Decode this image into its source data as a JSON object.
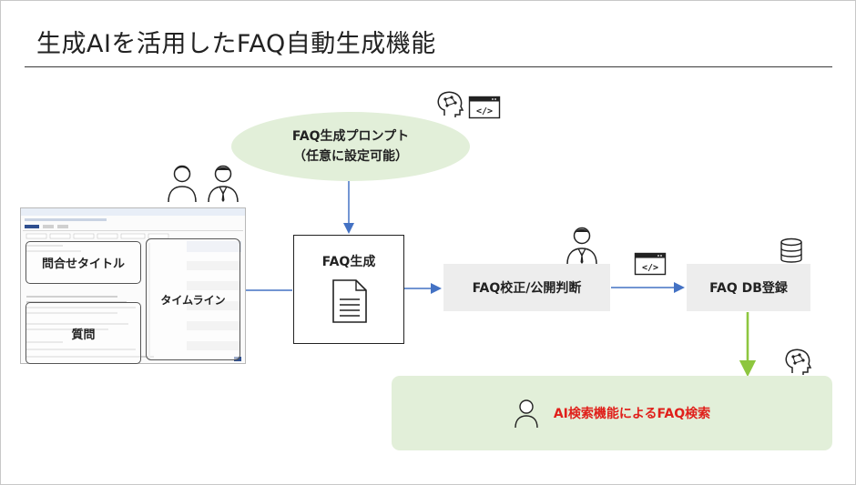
{
  "slide": {
    "title": "生成AIを活用したFAQ自動生成機能"
  },
  "prompt": {
    "line1": "FAQ生成プロンプト",
    "line2": "（任意に設定可能）"
  },
  "faq_gen": {
    "label": "FAQ生成"
  },
  "correct": {
    "label": "FAQ校正/公開判断"
  },
  "db": {
    "label": "FAQ DB登録"
  },
  "search": {
    "label": "AI検索機能によるFAQ検索"
  },
  "screenshot": {
    "title_label": "問合せタイトル",
    "question_label": "質問",
    "timeline_label": "タイムライン"
  },
  "icons": [
    "ai-brain-icon",
    "code-window-icon",
    "user-icon",
    "operator-icon",
    "document-icon",
    "database-icon"
  ],
  "colors": {
    "prompt_fill": "#e2efd9",
    "search_fill": "#e2efd9",
    "process_fill": "#ededed",
    "arrow_blue": "#4472c4",
    "arrow_green": "#8dc63f",
    "highlight_red": "#e0201b"
  }
}
